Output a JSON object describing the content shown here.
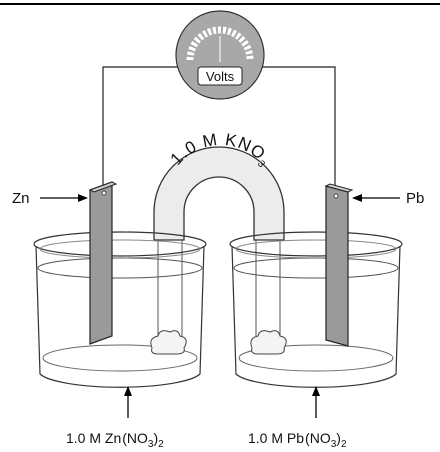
{
  "meter": {
    "label": "Volts"
  },
  "electrodes": {
    "left_label": "Zn",
    "right_label": "Pb"
  },
  "salt_bridge": {
    "label_main": "1.0 M KNO",
    "label_sub": "3"
  },
  "solutions": {
    "left": {
      "prefix": "1.0 M Zn",
      "ion": "NO",
      "ion_sub": "3",
      "outer_sub": "2"
    },
    "right": {
      "prefix": "1.0 M Pb",
      "ion": "NO",
      "ion_sub": "3",
      "outer_sub": "2"
    }
  }
}
